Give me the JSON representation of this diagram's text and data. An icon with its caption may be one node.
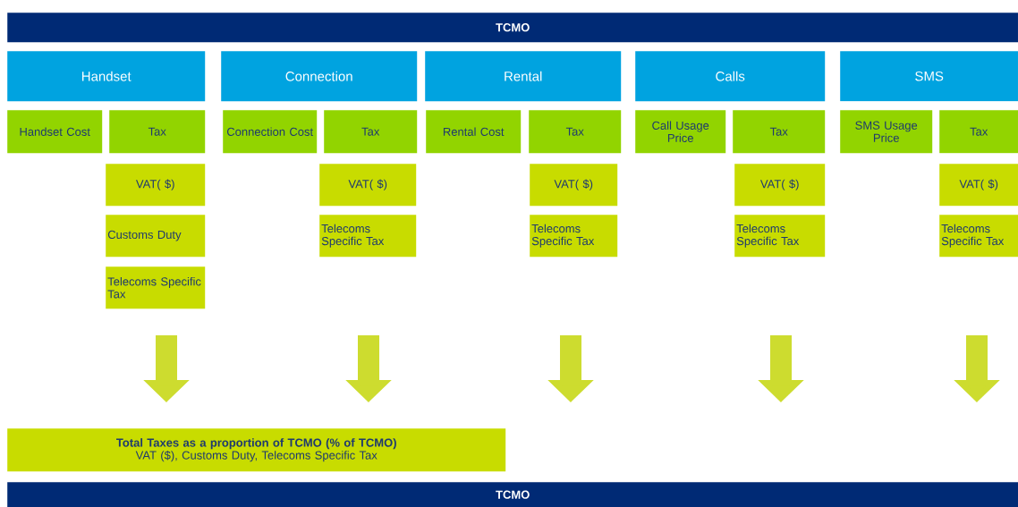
{
  "diagram": {
    "nodes": [
      {
        "text": [
          "TCMO"
        ]
      },
      {
        "text": [
          "Handset"
        ]
      },
      {
        "text": [
          "Connection"
        ]
      },
      {
        "text": [
          "Rental"
        ]
      },
      {
        "text": [
          "Calls"
        ]
      },
      {
        "text": [
          "SMS"
        ]
      },
      {
        "text": [
          "Handset Cost"
        ]
      },
      {
        "text": [
          "Tax"
        ]
      },
      {
        "text": [
          "Connection Cost"
        ]
      },
      {
        "text": [
          "Tax"
        ]
      },
      {
        "text": [
          "Rental Cost"
        ]
      },
      {
        "text": [
          "Tax"
        ]
      },
      {
        "text": [
          "Call Usage Price"
        ]
      },
      {
        "text": [
          "Tax"
        ]
      },
      {
        "text": [
          "SMS Usage Price"
        ]
      },
      {
        "text": [
          "Tax"
        ]
      },
      {
        "text": [
          "VAT( $)"
        ]
      },
      {
        "text": [
          "VAT( $)"
        ]
      },
      {
        "text": [
          "VAT( $)"
        ]
      },
      {
        "text": [
          "VAT( $)"
        ]
      },
      {
        "text": [
          "VAT( $)"
        ]
      },
      {
        "text": [
          "Customs Duty"
        ]
      },
      {
        "text": [
          "Telecoms Specific Tax"
        ]
      },
      {
        "text": [
          "Telecoms Specific Tax"
        ]
      },
      {
        "text": [
          "Telecoms Specific Tax"
        ]
      },
      {
        "text": [
          "Telecoms Specific Tax"
        ]
      },
      {
        "text": [
          "Telecoms Specific Tax"
        ]
      },
      {
        "text": [
          "Total Taxes as a proportion of TCMO (% of TCMO)",
          "VAT ($),  Customs Duty, Telecoms Specific Tax"
        ]
      },
      {
        "text": [
          "TCMO"
        ]
      }
    ]
  }
}
